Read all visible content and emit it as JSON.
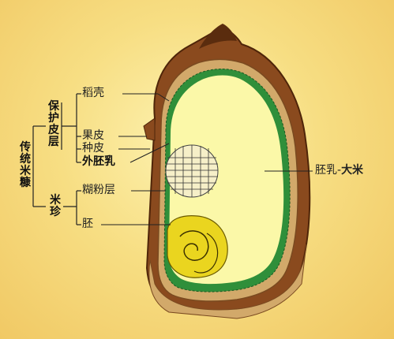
{
  "labels": {
    "husk": "稻壳",
    "pericarp": "果皮",
    "seed_coat": "种皮",
    "outer_endosperm": "外胚乳",
    "aleurone_layer": "糊粉层",
    "embryo": "胚",
    "endosperm": "胚乳",
    "rice_dash": "-",
    "rice": "大米"
  },
  "groups": {
    "traditional_rice_bran": "传统米糠",
    "protective_skin": "保护皮层",
    "rice_treasure": "米珍"
  },
  "colors": {
    "background": "#f7de83",
    "husk": "#8a4a1e",
    "husk_dark": "#5a2c0e",
    "layer_tan": "#d2a96a",
    "aleurone": "#2f8f3a",
    "endosperm": "#fbf8a8",
    "embryo": "#ead51f"
  }
}
